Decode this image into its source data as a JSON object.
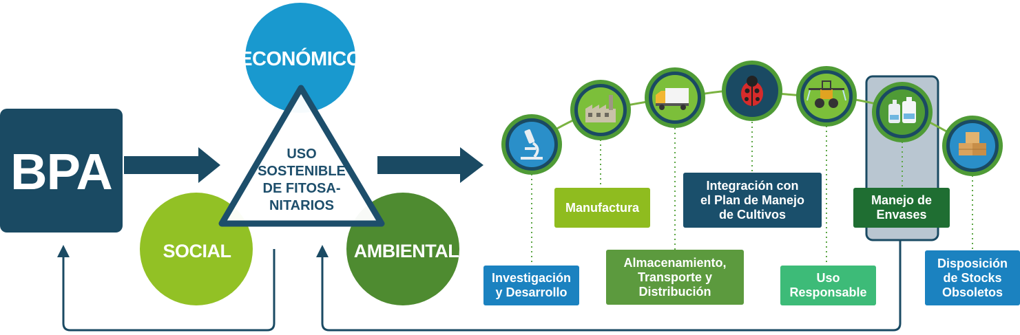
{
  "bpa": {
    "label": "BPA"
  },
  "pillars": {
    "economico": "ECONÓMICO",
    "social": "SOCIAL",
    "ambiental": "AMBIENTAL"
  },
  "triangle": {
    "lines": [
      "USO",
      "SOSTENIBLE",
      "DE FITOSA-",
      "NITARIOS"
    ]
  },
  "stages": [
    {
      "lines": [
        "Investigación",
        "y Desarrollo"
      ],
      "icon": "microscope-icon",
      "color": "#1b82c0"
    },
    {
      "lines": [
        "Manufactura"
      ],
      "icon": "factory-icon",
      "color": "#8fbc1f"
    },
    {
      "lines": [
        "Almacenamiento,",
        "Transporte y",
        "Distribución"
      ],
      "icon": "truck-icon",
      "color": "#5c9a3e"
    },
    {
      "lines": [
        "Integración con",
        "el Plan de Manejo",
        "de Cultivos"
      ],
      "icon": "ladybug-icon",
      "color": "#1a4f6b"
    },
    {
      "lines": [
        "Uso",
        "Responsable"
      ],
      "icon": "tractor-sprayer-icon",
      "color": "#3dbb78"
    },
    {
      "lines": [
        "Manejo de",
        "Envases"
      ],
      "icon": "containers-icon",
      "color": "#1f6e32"
    },
    {
      "lines": [
        "Disposición",
        "de Stocks",
        "Obsoletos"
      ],
      "icon": "boxes-icon",
      "color": "#1b82c0"
    }
  ],
  "colors": {
    "navy": "#1a4a63",
    "economico": "#1999cf",
    "social": "#92c125",
    "ambiental": "#4e8b30",
    "ring": "#4f9b36",
    "arc": "#7bb341",
    "highlight": "#b9c6d1"
  }
}
